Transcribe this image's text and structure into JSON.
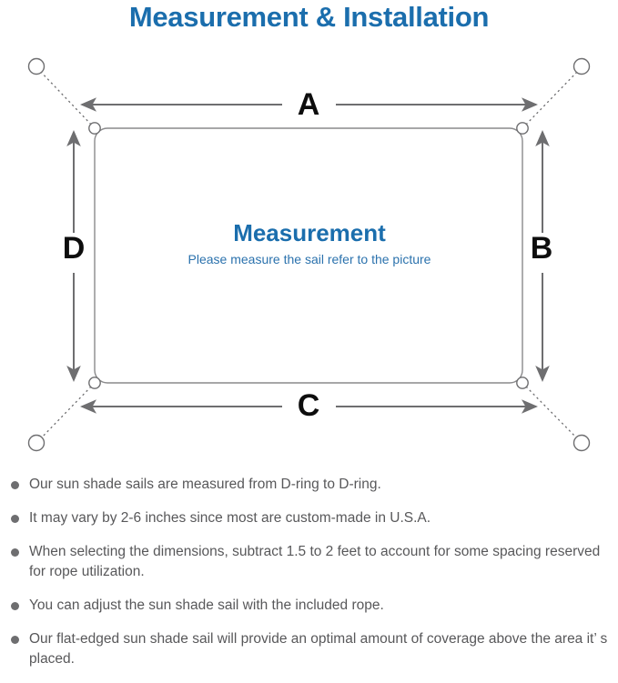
{
  "page": {
    "title": "Measurement & Installation",
    "background_color": "#ffffff",
    "title_color": "#1b6ead"
  },
  "diagram": {
    "name": "sun-shade-sail-measurement-diagram",
    "sail_label": "Measurement",
    "sail_sublabel": "Please measure the sail refer to the picture",
    "sail_label_color": "#1b6ead",
    "sail_sublabel_color": "#2b72ad",
    "outline_color": "#8a8a8c",
    "arrow_color": "#6e6e70",
    "dimension_labels": [
      {
        "id": "A",
        "label": "A",
        "edge": "top",
        "orientation": "horizontal"
      },
      {
        "id": "B",
        "label": "B",
        "edge": "right",
        "orientation": "vertical"
      },
      {
        "id": "C",
        "label": "C",
        "edge": "bottom",
        "orientation": "horizontal"
      },
      {
        "id": "D",
        "label": "D",
        "edge": "left",
        "orientation": "vertical"
      }
    ],
    "d_rings": [
      {
        "corner": "top-left"
      },
      {
        "corner": "top-right"
      },
      {
        "corner": "bottom-left"
      },
      {
        "corner": "bottom-right"
      }
    ],
    "anchor_points": [
      {
        "corner": "top-left"
      },
      {
        "corner": "top-right"
      },
      {
        "corner": "bottom-left"
      },
      {
        "corner": "bottom-right"
      }
    ]
  },
  "notes": {
    "bullet_color": "#6e6e70",
    "text_color": "#58585a",
    "items": [
      "Our sun shade sails are measured from D-ring to D-ring.",
      "It may vary by 2-6 inches since most are custom-made in U.S.A.",
      "When selecting the dimensions, subtract 1.5 to 2 feet to account for some spacing reserved for rope utilization.",
      "You can adjust the sun shade sail with the included rope.",
      "Our flat-edged sun shade sail will provide an optimal amount of coverage above the area it’ s placed."
    ]
  }
}
